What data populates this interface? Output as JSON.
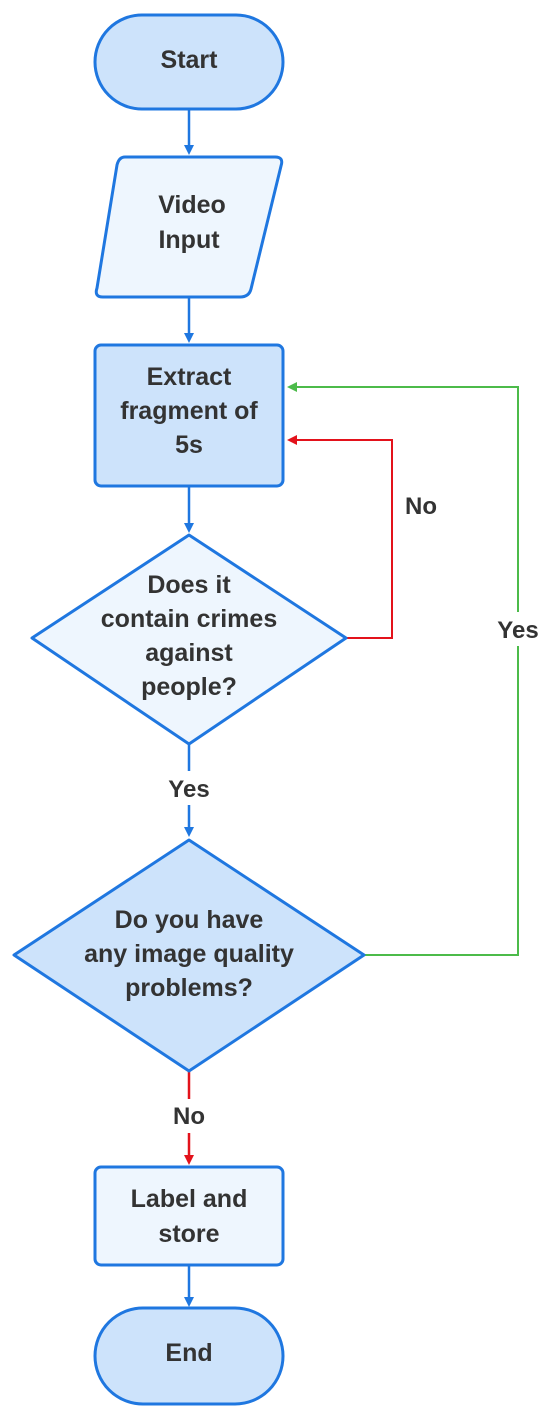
{
  "colors": {
    "node_stroke": "#1f77e0",
    "node_fill_dark": "#cde3fb",
    "node_fill_light": "#eef6fe",
    "arrow_blue": "#1f77e0",
    "arrow_red": "#e3121b",
    "arrow_green": "#4cbb4a",
    "text": "#333333"
  },
  "nodes": {
    "start": {
      "label": "Start"
    },
    "video_input": {
      "line1": "Video",
      "line2": "Input"
    },
    "extract": {
      "line1": "Extract",
      "line2": "fragment of",
      "line3": "5s"
    },
    "decision_crimes": {
      "line1": "Does it",
      "line2": "contain crimes",
      "line3": "against",
      "line4": "people?"
    },
    "decision_quality": {
      "line1": "Do you have",
      "line2": "any image quality",
      "line3": "problems?"
    },
    "label_store": {
      "line1": "Label and",
      "line2": "store"
    },
    "end": {
      "label": "End"
    }
  },
  "edges": {
    "crimes_no": "No",
    "crimes_yes": "Yes",
    "quality_yes": "Yes",
    "quality_no": "No"
  }
}
